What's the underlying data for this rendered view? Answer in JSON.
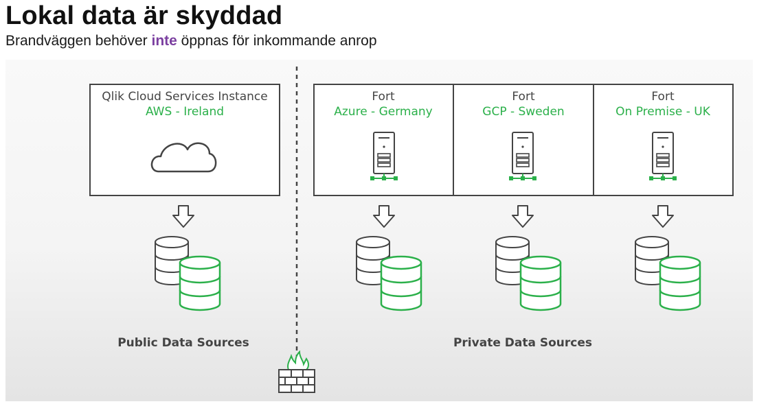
{
  "header": {
    "title": "Lokal data är skyddad",
    "subtitle_before": "Brandväggen behöver ",
    "subtitle_emphasis": "inte",
    "subtitle_after": " öppnas för inkommande anrop"
  },
  "cloud_instance": {
    "title": "Qlik Cloud Services Instance",
    "location": "AWS - Ireland",
    "icon": "cloud-icon"
  },
  "forts": [
    {
      "title": "Fort",
      "location": "Azure - Germany",
      "icon": "server-icon"
    },
    {
      "title": "Fort",
      "location": "GCP - Sweden",
      "icon": "server-icon"
    },
    {
      "title": "Fort",
      "location": "On Premise - UK",
      "icon": "server-icon"
    }
  ],
  "labels": {
    "public_sources": "Public Data Sources",
    "private_sources": "Private Data Sources"
  },
  "icons": {
    "arrow": "arrow-down-icon",
    "database": "database-icon",
    "firewall": "firewall-icon"
  },
  "colors": {
    "accent_green": "#2bb04a",
    "emphasis_purple": "#7b3fa0",
    "outline": "#444444"
  }
}
